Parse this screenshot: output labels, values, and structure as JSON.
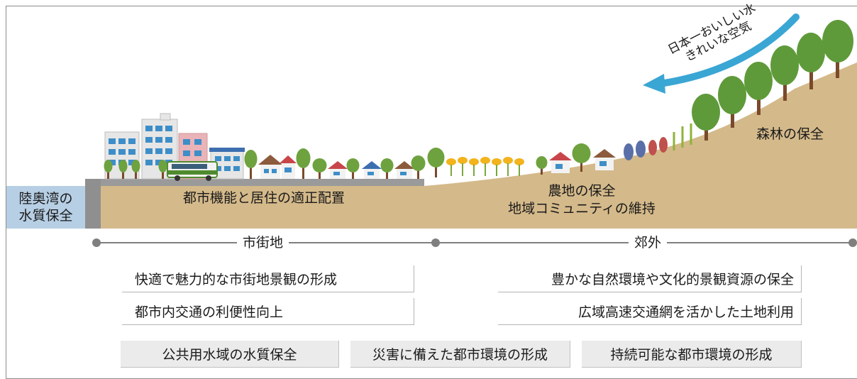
{
  "diagram": {
    "bay_label_line1": "陸奥湾の",
    "bay_label_line2": "水質保全",
    "urban_function_label": "都市機能と居住の適正配置",
    "farmland_label_line1": "農地の保全",
    "farmland_label_line2": "地域コミュニティの維持",
    "forest_label": "森林の保全",
    "wind_label_line1": "日本一おいしい水",
    "wind_label_line2": "きれいな空気",
    "axis": {
      "urban_label": "市街地",
      "suburb_label": "郊外"
    },
    "urban_goals": [
      "快適で魅力的な市街地景観の形成",
      "都市内交通の利便性向上"
    ],
    "suburb_goals": [
      "豊かな自然環境や文化的景観資源の保全",
      "広域高速交通網を活かした土地利用"
    ],
    "common_goals": [
      "公共用水域の水質保全",
      "災害に備えた都市環境の形成",
      "持続可能な都市環境の形成"
    ],
    "colors": {
      "ground": "#d4b98a",
      "sea": "#b7cfe4",
      "arrow": "#3aa6d4",
      "tree": "#5f9a3a",
      "road": "#8c8c8c"
    }
  }
}
